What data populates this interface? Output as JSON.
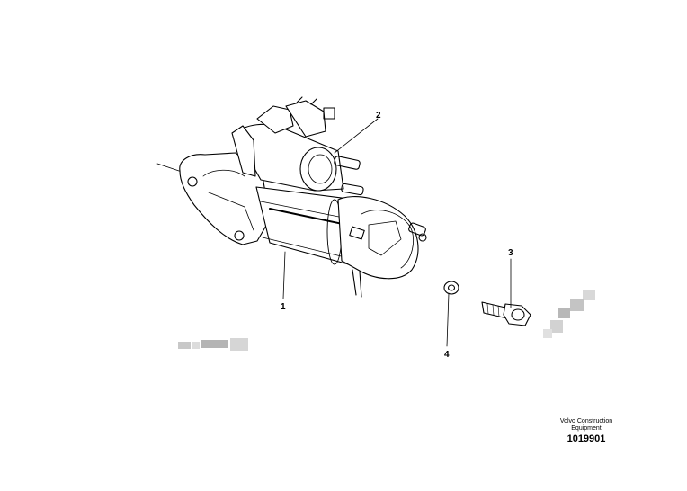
{
  "callouts": [
    "1",
    "2",
    "3",
    "4"
  ],
  "footer": {
    "credit_line1": "Volvo Construction",
    "credit_line2": "Equipment",
    "drawing_number": "1019901"
  }
}
